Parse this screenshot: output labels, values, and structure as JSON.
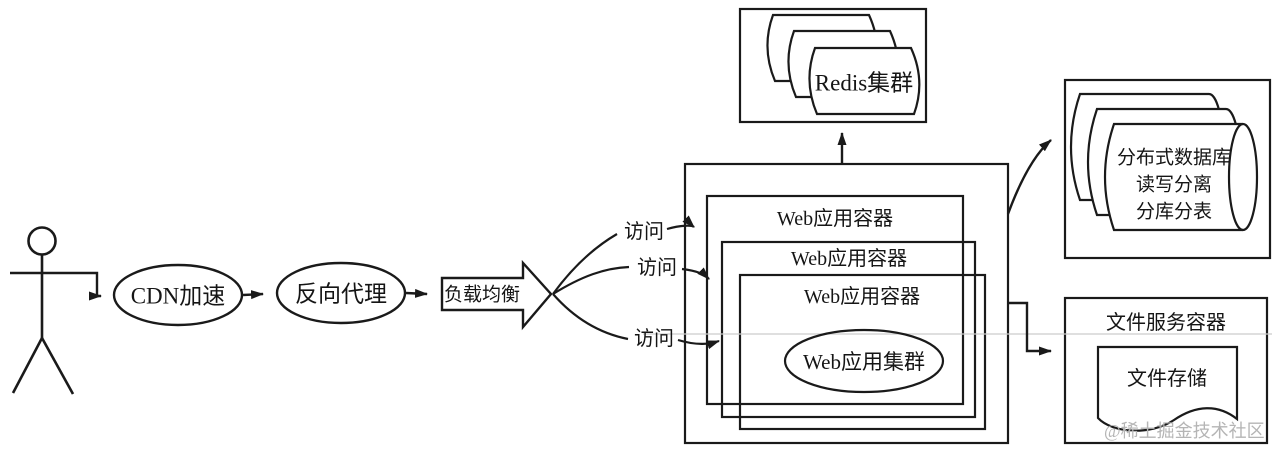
{
  "diagram": {
    "nodes": {
      "cdn": {
        "label": "CDN加速"
      },
      "reverse_proxy": {
        "label": "反向代理"
      },
      "load_balancer": {
        "label": "负载均衡"
      },
      "web_container_1": {
        "label": "Web应用容器"
      },
      "web_container_2": {
        "label": "Web应用容器"
      },
      "web_container_3": {
        "label": "Web应用容器"
      },
      "web_cluster": {
        "label": "Web应用集群"
      },
      "redis_cluster": {
        "label": "Redis集群"
      },
      "distributed_db": {
        "lines": [
          "分布式数据库",
          "读写分离",
          "分库分表"
        ]
      },
      "file_service_container": {
        "label": "文件服务容器"
      },
      "file_storage": {
        "label": "文件存储"
      }
    },
    "edge_labels": {
      "visit_1": "访问",
      "visit_2": "访问",
      "visit_3": "访问"
    },
    "watermark": "@稀土掘金技术社区",
    "colors": {
      "stroke": "#1a1a1a",
      "watermark": "#b5b5b5",
      "artifact_line": "#cccccc",
      "background": "#ffffff"
    }
  }
}
